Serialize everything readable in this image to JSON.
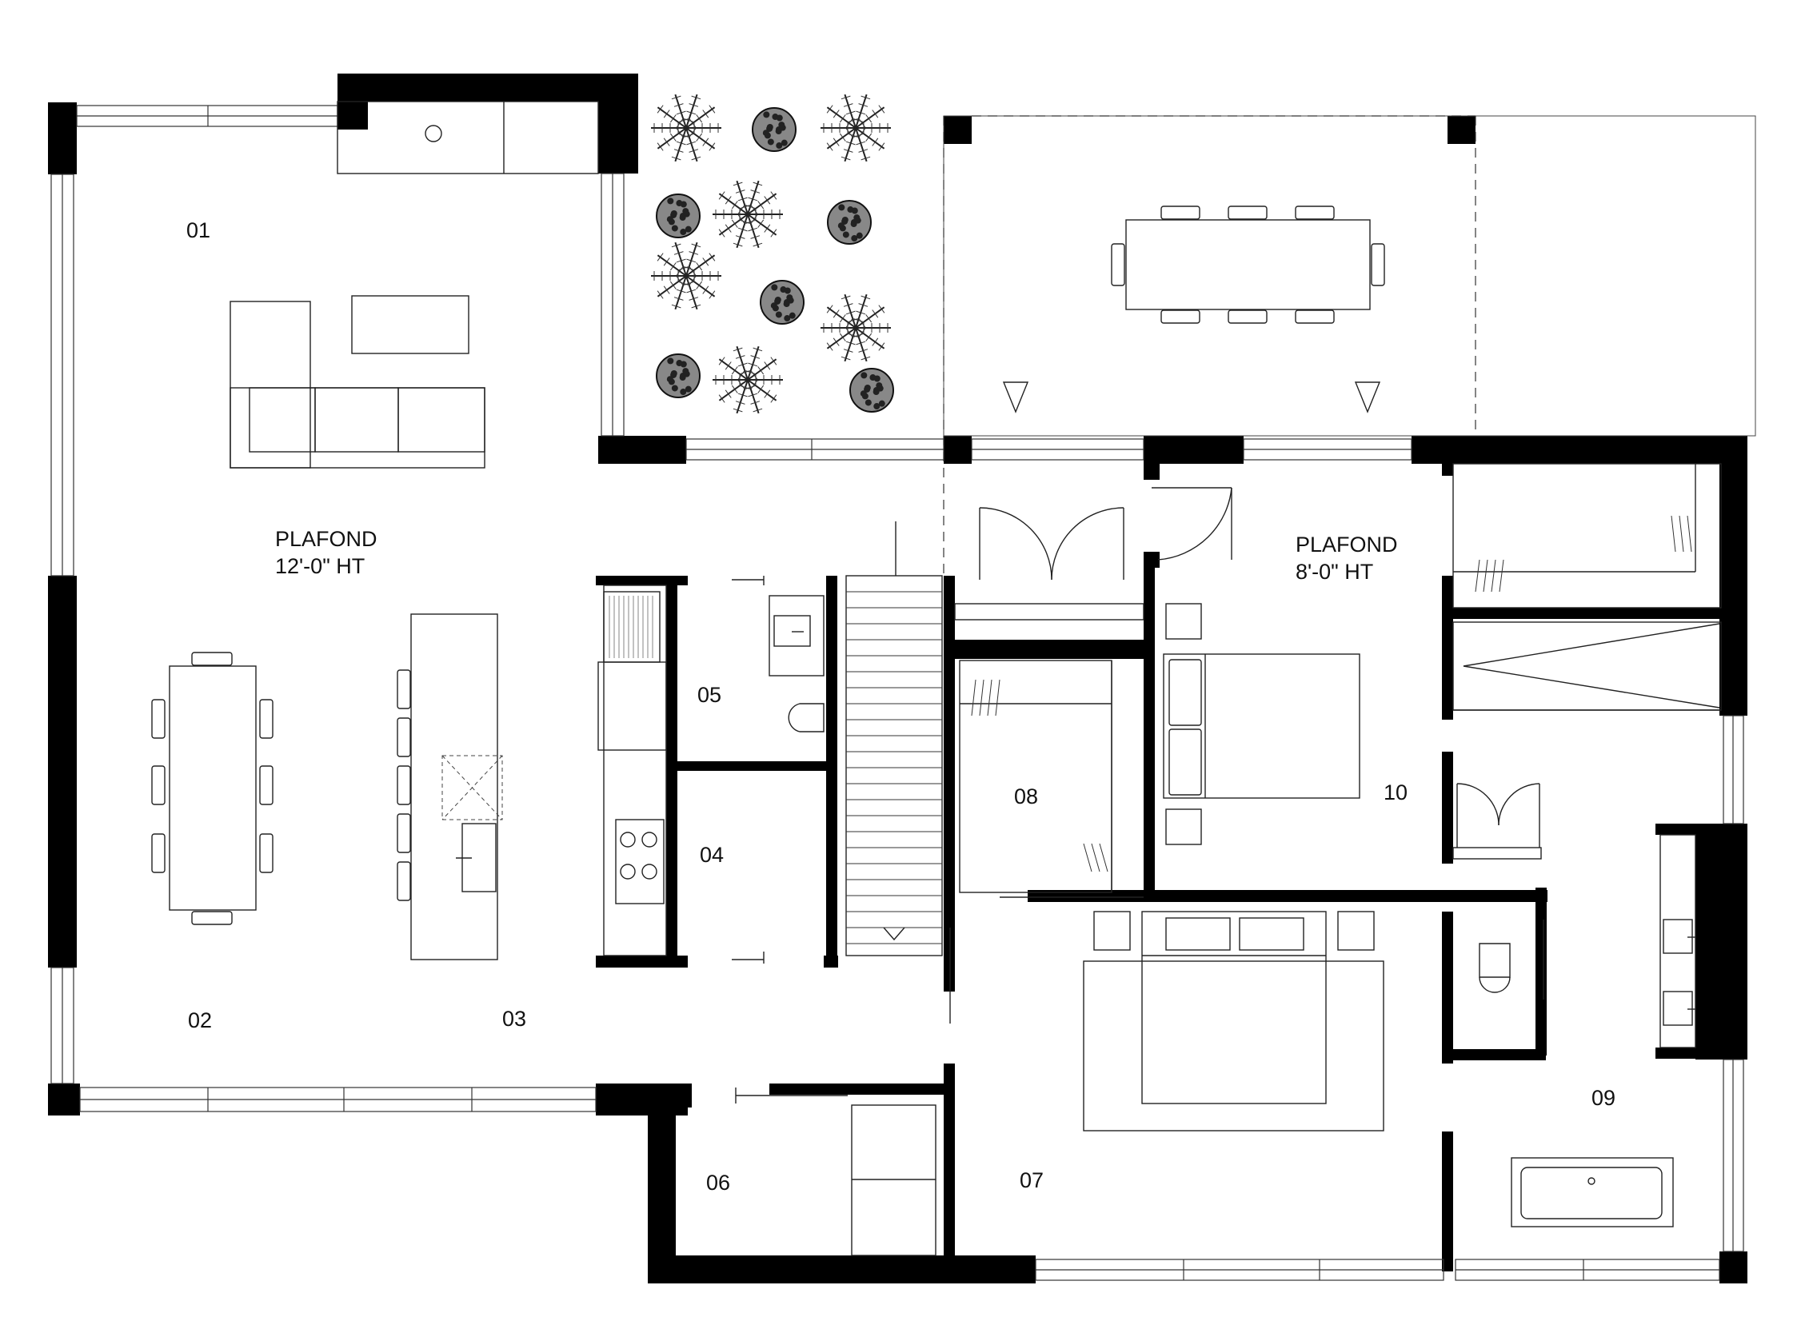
{
  "rooms": {
    "r01": "01",
    "r02": "02",
    "r03": "03",
    "r04": "04",
    "r05": "05",
    "r06": "06",
    "r07": "07",
    "r08": "08",
    "r09": "09",
    "r10": "10"
  },
  "ceiling_notes": {
    "living": {
      "line1": "PLAFOND",
      "line2": "12'-0\" HT"
    },
    "bedroom": {
      "line1": "PLAFOND",
      "line2": "8'-0\" HT"
    }
  },
  "colors": {
    "wall": "#000000",
    "line": "#222222",
    "background": "#ffffff"
  }
}
